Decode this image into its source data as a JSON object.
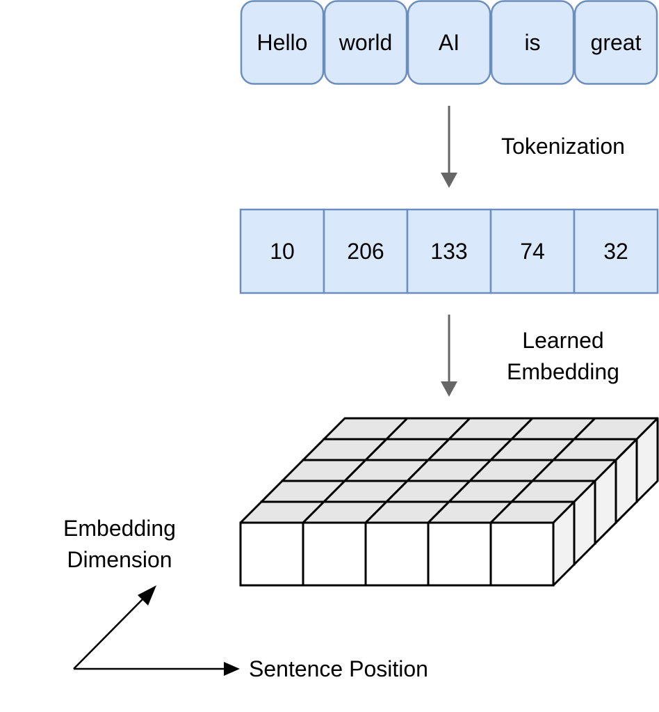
{
  "words": [
    "Hello",
    "world",
    "AI",
    "is",
    "great"
  ],
  "token_ids": [
    "10",
    "206",
    "133",
    "74",
    "32"
  ],
  "steps": {
    "tokenization": "Tokenization",
    "embedding_line1": "Learned",
    "embedding_line2": "Embedding"
  },
  "axes": {
    "embedding_dim_line1": "Embedding",
    "embedding_dim_line2": "Dimension",
    "sentence_position": "Sentence Position"
  },
  "embedding_grid": {
    "positions": 5,
    "depth_rows": 5
  },
  "colors": {
    "box_fill": "#dae8fc",
    "box_stroke": "#6c8ebf",
    "arrow": "#666666",
    "cube_top": "#e6e6e6",
    "cube_side": "#f2f2f2",
    "cube_front": "#ffffff",
    "line": "#000000"
  }
}
